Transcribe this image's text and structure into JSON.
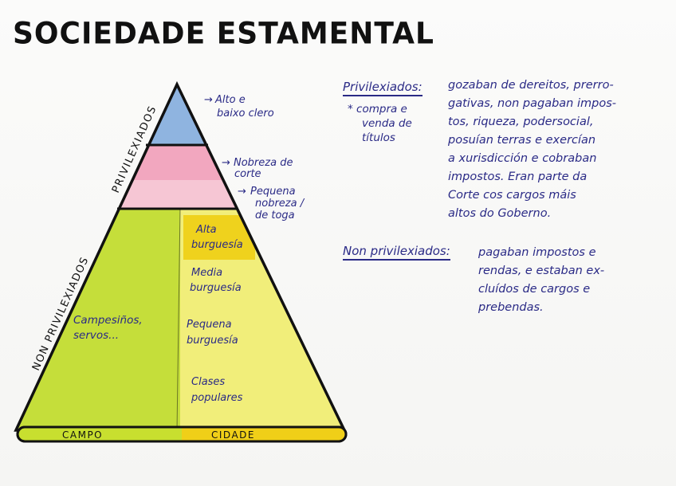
{
  "title": "SOCIEDADE ESTAMENTAL",
  "pyramid": {
    "side_left_top": "PRIVILEXIADOS",
    "side_left_bottom": "NON PRIVILEXIADOS",
    "levels": {
      "alto_clero": "Alto e baixo clero",
      "nobreza_corte": "Nobreza de corte",
      "pequena_nobreza": "Pequena nobreza / de toga"
    },
    "burguesia": {
      "alta": "Alta burguesía",
      "media": "Media burguesía",
      "pequena": "Pequena burguesía",
      "populares": "Clases populares"
    },
    "campo_label": "Campesiños, servos...",
    "base_campo": "CAMPO",
    "base_cidade": "CIDADE"
  },
  "notes": {
    "privilexiados_heading": "Privilexiados:",
    "privilexiados_lines": [
      "gozaban de dereitos, prerro-",
      "gativas, non pagaban impos-",
      "tos, riqueza, podersocial,",
      "posuían terras e exercían",
      "a xurisdicción e cobraban",
      "impostos. Eran parte da",
      "Corte cos cargos máis",
      "altos do Goberno."
    ],
    "asterisk_lines": [
      "* compra e",
      "venda de",
      "títulos"
    ],
    "non_privilexiados_heading": "Non privilexiados:",
    "non_privilexiados_lines": [
      "pagaban impostos e",
      "rendas, e estaban ex-",
      "cluídos de cargos e",
      "prebendas."
    ]
  },
  "colors": {
    "alto_clero": "#8fb4e0",
    "nobreza_corte": "#f2a7bf",
    "pequena_nobreza": "#f6c6d4",
    "campo": "#c5de3a",
    "cidade": "#f1ee7a",
    "alta_burguesia": "#efd21d",
    "base_campo": "#c8df2f",
    "base_cidade": "#f0cf18",
    "ink": "#2a2a86"
  }
}
